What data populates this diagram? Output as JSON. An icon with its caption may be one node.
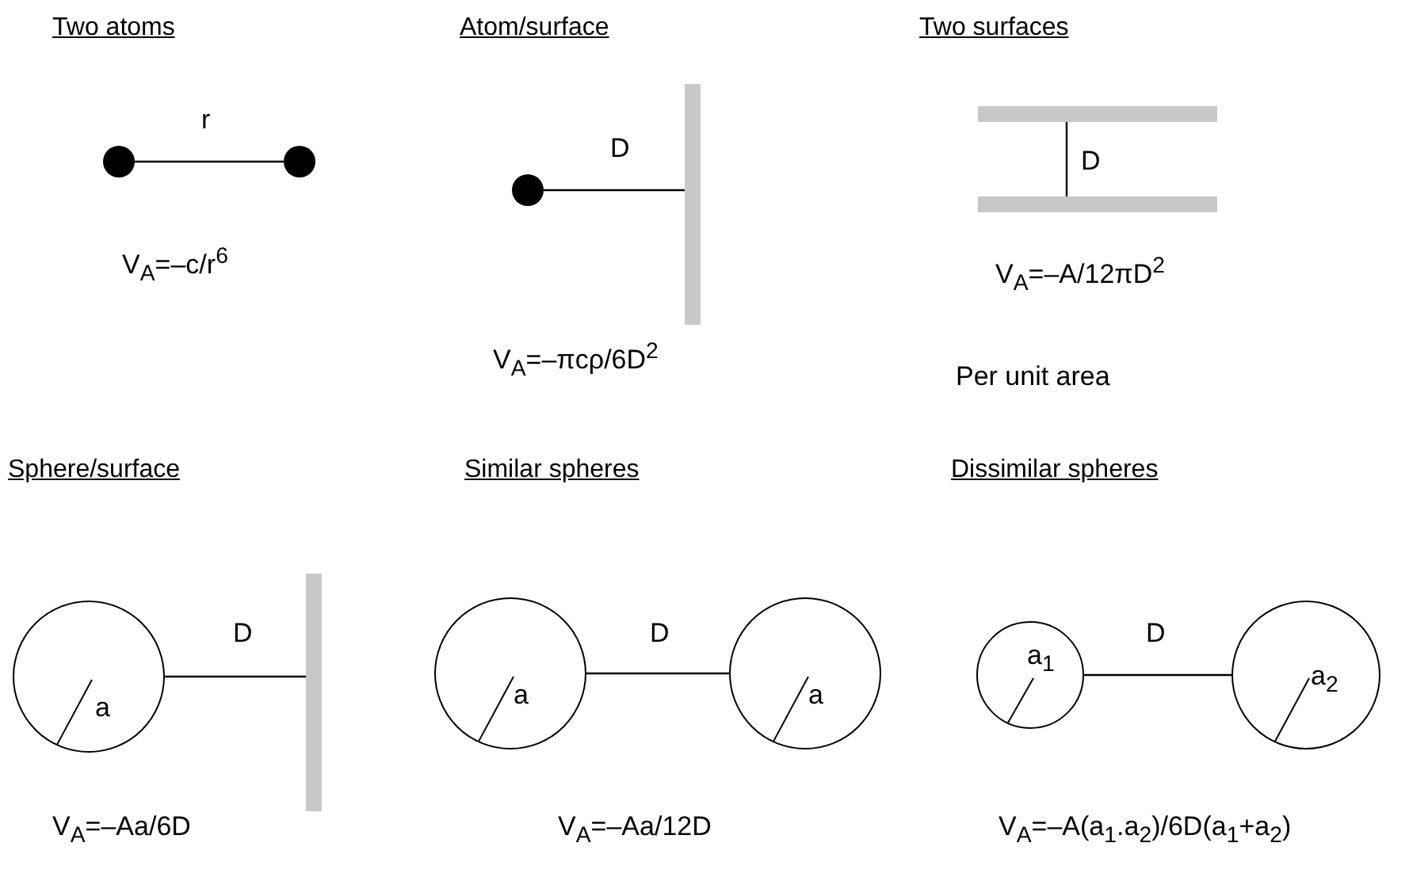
{
  "diagram": {
    "nodes": [
      {
        "text": [],
        "shape": "circle"
      },
      {
        "text": [],
        "shape": "circle"
      },
      {
        "text": [],
        "shape": "circle"
      },
      {
        "text": [],
        "shape": "bar"
      },
      {
        "text": [],
        "shape": "bar"
      },
      {
        "text": [],
        "shape": "bar"
      },
      {
        "text": [
          "a"
        ]
      },
      {
        "text": [],
        "shape": "bar"
      },
      {
        "text": [
          "a"
        ]
      },
      {
        "text": [
          "a"
        ]
      },
      {
        "text": [
          "a$_{1}$"
        ]
      },
      {
        "text": [
          "a$_{2}$"
        ]
      }
    ],
    "edges": [
      {
        "from": 0,
        "to": 1,
        "arrow": "none",
        "label": "r"
      },
      {
        "from": 2,
        "to": 3,
        "arrow": "none",
        "label": "D"
      },
      {
        "from": 4,
        "to": 5,
        "arrow": "none",
        "label": "D"
      },
      {
        "from": 6,
        "to": 7,
        "arrow": "none",
        "label": "D"
      },
      {
        "from": 8,
        "to": 9,
        "arrow": "none",
        "label": "D"
      },
      {
        "from": 10,
        "to": 11,
        "arrow": "none",
        "label": "D"
      }
    ],
    "labels": [
      "Two atoms",
      "Atom/surface",
      "Two surfaces",
      "V$_{A}$=–c/r$^{6}$",
      "V$_{A}$=–A/12πD$^{2}$",
      "V$_{A}$=–πcρ/6D$^{2}$",
      "Per unit area",
      "Sphere/surface",
      "Similar spheres",
      "Dissimilar spheres",
      "V$_{A}$=–Aa/6D",
      "V$_{A}$=–Aa/12D",
      "V$_{A}$=–A(a$_{1}$.a$_{2}$)/6D(a$_{1}$+a$_{2}$)"
    ]
  }
}
